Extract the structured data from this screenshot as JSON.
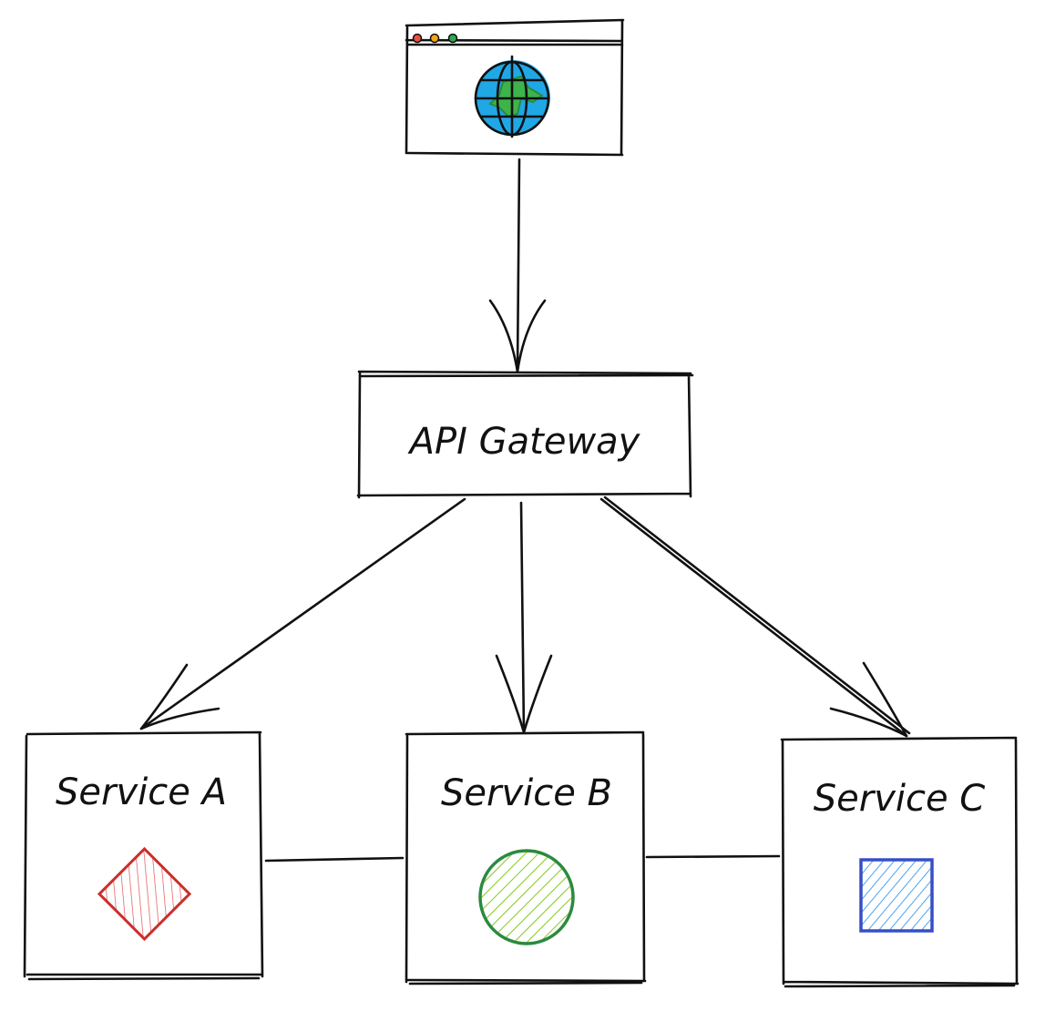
{
  "diagram": {
    "title": "",
    "client": {
      "icon": "browser-window-globe-icon",
      "window_buttons": [
        "#e8503f",
        "#f2a618",
        "#2fa84f"
      ],
      "globe_colors": {
        "ocean": "#1fa7e6",
        "land": "#3cb449"
      }
    },
    "gateway": {
      "label": "API Gateway"
    },
    "services": [
      {
        "label": "Service A",
        "shape": "diamond",
        "stroke": "#c9302c",
        "fill": "#e85a5a"
      },
      {
        "label": "Service B",
        "shape": "circle",
        "stroke": "#2b8a3e",
        "fill": "#82c91e"
      },
      {
        "label": "Service C",
        "shape": "square",
        "stroke": "#364fc7",
        "fill": "#228be6"
      }
    ],
    "edges": [
      {
        "from": "client",
        "to": "gateway",
        "arrow": true
      },
      {
        "from": "gateway",
        "to": "Service A",
        "arrow": true
      },
      {
        "from": "gateway",
        "to": "Service B",
        "arrow": true
      },
      {
        "from": "gateway",
        "to": "Service C",
        "arrow": true
      },
      {
        "from": "Service A",
        "to": "Service B",
        "arrow": false
      },
      {
        "from": "Service B",
        "to": "Service C",
        "arrow": false
      }
    ]
  }
}
